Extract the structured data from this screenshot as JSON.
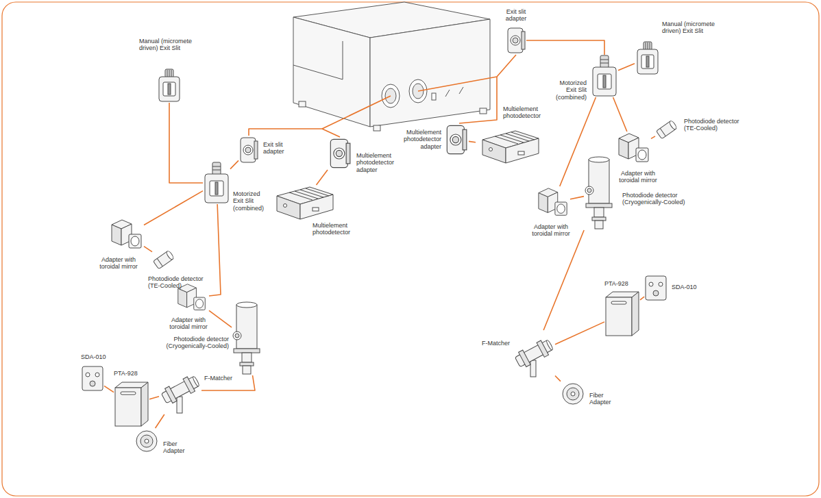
{
  "diagram": {
    "nodes": [
      {
        "text": [
          "Manual (micromete driven) Exit Slit"
        ]
      },
      {
        "text": [
          "Exit slit adapter"
        ]
      },
      {
        "text": [
          "Motorized Exit Slit (combined)"
        ]
      },
      {
        "text": [
          "Multielement photodetector adapter"
        ]
      },
      {
        "text": [
          "Multielement photodetector"
        ]
      },
      {
        "text": [
          "Adapter with toroidal mirror"
        ]
      },
      {
        "text": [
          "Photodiode detector (TE-Cooled)"
        ]
      },
      {
        "text": [
          "Adapter with toroidal mirror"
        ]
      },
      {
        "text": [
          "Photodiode detector (Cryogenically-Cooled)"
        ]
      },
      {
        "text": [
          "SDA-010"
        ]
      },
      {
        "text": [
          "PTA-928"
        ]
      },
      {
        "text": [
          "F-Matcher"
        ]
      },
      {
        "text": [
          "Fiber Adapter"
        ]
      },
      {
        "text": [
          "Manual (micromete driven) Exit Slit"
        ]
      },
      {
        "text": [
          "Exit slit adapter"
        ]
      },
      {
        "text": [
          "Motorized Exit Slit (combined)"
        ]
      },
      {
        "text": [
          "Multielement photodetector adapter"
        ]
      },
      {
        "text": [
          "Multielement photodetector"
        ]
      },
      {
        "text": [
          "Adapter with toroidal mirror"
        ]
      },
      {
        "text": [
          "Photodiode detector (TE-Cooled)"
        ]
      },
      {
        "text": [
          "Adapter with toroidal mirror"
        ]
      },
      {
        "text": [
          "Photodiode detector (Cryogenically-Cooled)"
        ]
      },
      {
        "text": [
          "SDA-010"
        ]
      },
      {
        "text": [
          "PTA-928"
        ]
      },
      {
        "text": [
          "F-Matcher"
        ]
      },
      {
        "text": [
          "Fiber Adapter"
        ]
      }
    ],
    "edges": [
      {
        "from": 1,
        "to": 2,
        "arrow": "none"
      },
      {
        "from": 0,
        "to": 2,
        "arrow": "none"
      },
      {
        "from": 3,
        "to": 4,
        "arrow": "none"
      },
      {
        "from": 2,
        "to": 5,
        "arrow": "none"
      },
      {
        "from": 5,
        "to": 6,
        "arrow": "none"
      },
      {
        "from": 2,
        "to": 7,
        "arrow": "none"
      },
      {
        "from": 7,
        "to": 8,
        "arrow": "none"
      },
      {
        "from": 8,
        "to": 11,
        "arrow": "none"
      },
      {
        "from": 9,
        "to": 10,
        "arrow": "none"
      },
      {
        "from": 10,
        "to": 11,
        "arrow": "none"
      },
      {
        "from": 11,
        "to": 12,
        "arrow": "none"
      },
      {
        "from": 14,
        "to": 15,
        "arrow": "none"
      },
      {
        "from": 13,
        "to": 15,
        "arrow": "none"
      },
      {
        "from": 16,
        "to": 17,
        "arrow": "none"
      },
      {
        "from": 15,
        "to": 18,
        "arrow": "none"
      },
      {
        "from": 18,
        "to": 19,
        "arrow": "none"
      },
      {
        "from": 15,
        "to": 20,
        "arrow": "none"
      },
      {
        "from": 20,
        "to": 21,
        "arrow": "none"
      },
      {
        "from": 21,
        "to": 24,
        "arrow": "none"
      },
      {
        "from": 22,
        "to": 23,
        "arrow": "none"
      },
      {
        "from": 23,
        "to": 24,
        "arrow": "none"
      },
      {
        "from": 24,
        "to": 25,
        "arrow": "none"
      }
    ]
  }
}
